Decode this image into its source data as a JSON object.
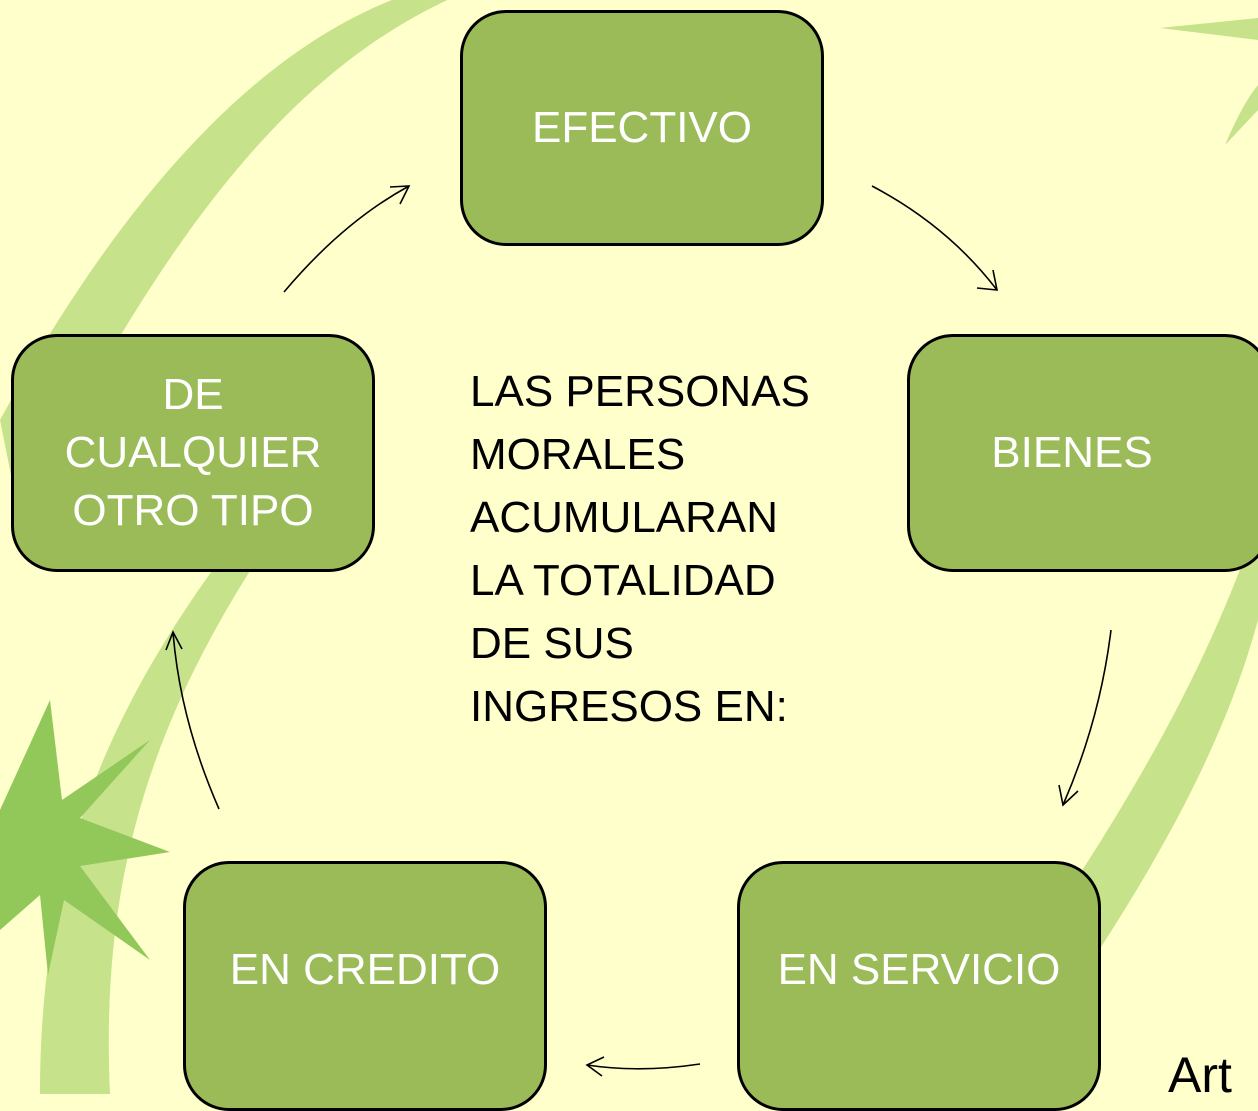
{
  "diagram": {
    "center_text": "LAS PERSONAS\nMORALES\nACUMULARAN\nLA TOTALIDAD\nDE SUS\nINGRESOS EN:",
    "nodes": [
      {
        "id": "efectivo",
        "label": "EFECTIVO"
      },
      {
        "id": "bienes",
        "label": "BIENES"
      },
      {
        "id": "en-servicio",
        "label": "EN SERVICIO"
      },
      {
        "id": "en-credito",
        "label": "EN CREDITO"
      },
      {
        "id": "otro-tipo",
        "label": "DE\nCUALQUIER\nOTRO TIPO"
      }
    ],
    "corner_text": "Art",
    "colors": {
      "background": "#ffffcc",
      "node_fill": "#9bbb59",
      "node_text": "#ffffff",
      "swoosh": "#c6e28a",
      "star": "#92c75a"
    }
  }
}
